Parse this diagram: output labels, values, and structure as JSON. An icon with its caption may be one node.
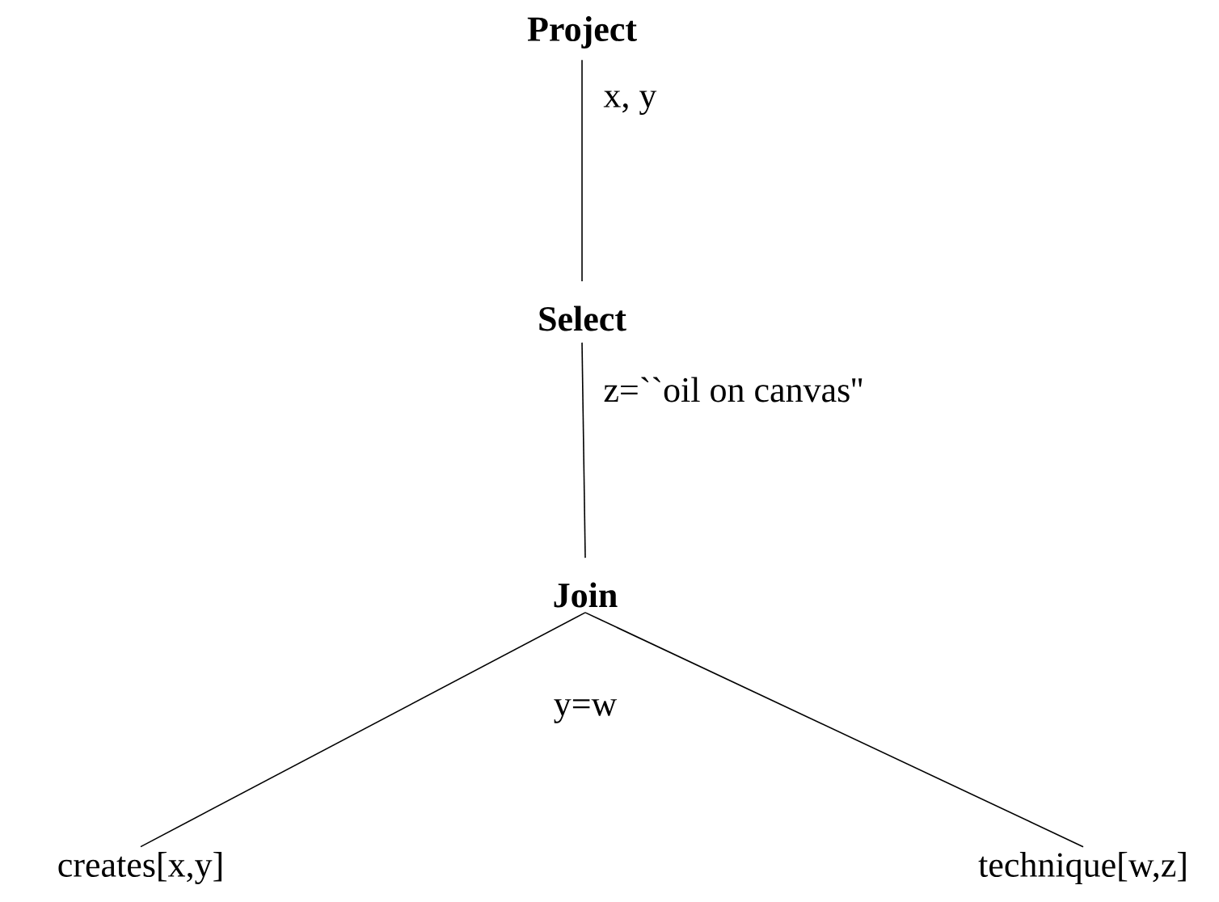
{
  "diagram": {
    "nodes": [
      {
        "text": [
          "Project"
        ]
      },
      {
        "text": [
          "Select"
        ]
      },
      {
        "text": [
          "Join"
        ],
        "beside": [
          "y=w"
        ]
      },
      {
        "text": [
          "creates[x,y]"
        ]
      },
      {
        "text": [
          "technique[w,z]"
        ]
      }
    ],
    "edges": [
      {
        "from": 0,
        "to": 1,
        "arrow": "none",
        "label": "x, y"
      },
      {
        "from": 1,
        "to": 2,
        "arrow": "none",
        "label": "z=``oil on canvas''"
      },
      {
        "from": 2,
        "to": 3,
        "arrow": "none"
      },
      {
        "from": 2,
        "to": 4,
        "arrow": "none"
      }
    ]
  }
}
